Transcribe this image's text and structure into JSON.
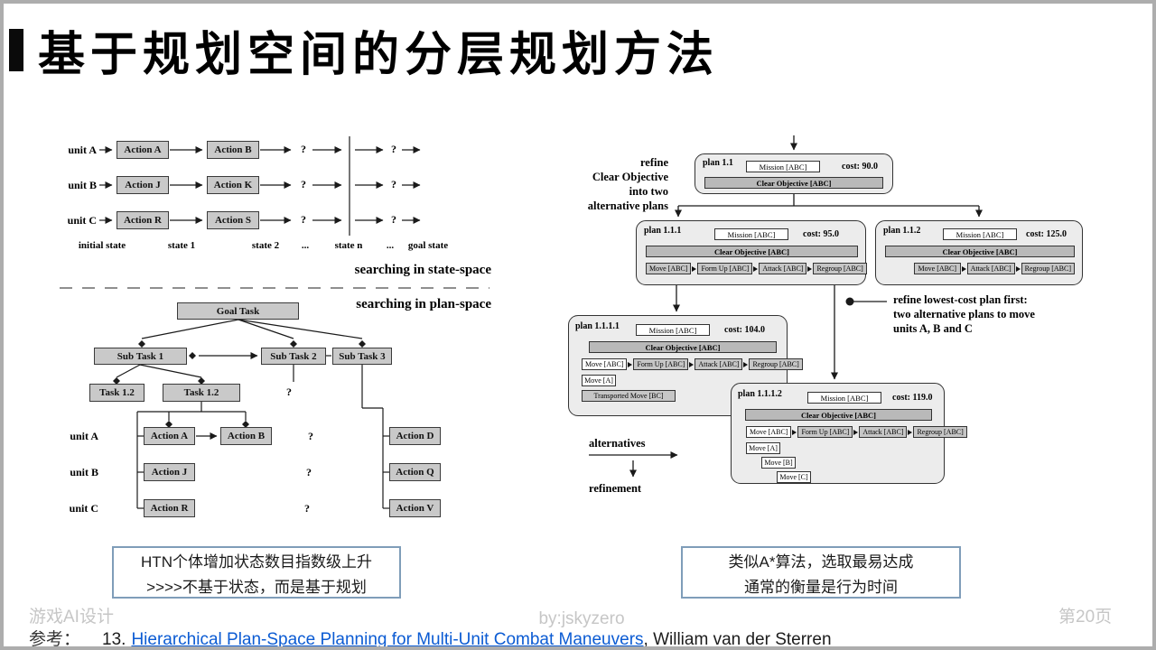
{
  "slide": {
    "title": "基于规划空间的分层规划方法",
    "footer_left": "游戏AI设计",
    "footer_center": "by:jskyzero",
    "page_number": "第20页"
  },
  "reference": {
    "label": "参考：",
    "number": "13.",
    "link_text": "Hierarchical Plan-Space Planning for Multi-Unit Combat Maneuvers",
    "authors": ", William van der Sterren"
  },
  "state_space": {
    "caption": "searching in state-space",
    "units": [
      "unit A",
      "unit B",
      "unit C"
    ],
    "rows": [
      [
        "Action A",
        "Action B"
      ],
      [
        "Action J",
        "Action K"
      ],
      [
        "Action R",
        "Action S"
      ]
    ],
    "q": "?",
    "states": [
      "initial state",
      "state 1",
      "state 2",
      "...",
      "state n",
      "...",
      "goal state"
    ]
  },
  "plan_space": {
    "caption": "searching in plan-space",
    "goal_task": "Goal Task",
    "sub_tasks": [
      "Sub Task 1",
      "Sub Task 2",
      "Sub Task 3"
    ],
    "tasks": [
      "Task 1.2",
      "Task 1.2"
    ],
    "units": [
      "unit A",
      "unit B",
      "unit C"
    ],
    "unitA_actions": [
      "Action A",
      "Action B"
    ],
    "unitB_action": "Action J",
    "unitC_action": "Action R",
    "right_actions": [
      "Action D",
      "Action Q",
      "Action V"
    ],
    "q": "?"
  },
  "refine_tree": {
    "mission": "Mission [ABC]",
    "objective": "Clear Objective [ABC]",
    "note_left": [
      "refine",
      "Clear Objective",
      "into two",
      "alternative plans"
    ],
    "note_right": [
      "refine lowest-cost plan first:",
      "two alternative plans to move",
      "units A, B and C"
    ],
    "alternatives": "alternatives",
    "refinement": "refinement",
    "plans": {
      "p11": {
        "id": "plan 1.1",
        "cost": "cost: 90.0"
      },
      "p111": {
        "id": "plan 1.1.1",
        "cost": "cost: 95.0",
        "steps": [
          "Move [ABC]",
          "Form Up [ABC]",
          "Attack [ABC]",
          "Regroup [ABC]"
        ]
      },
      "p112": {
        "id": "plan 1.1.2",
        "cost": "cost: 125.0",
        "steps": [
          "Move [ABC]",
          "Attack [ABC]",
          "Regroup [ABC]"
        ]
      },
      "p1111": {
        "id": "plan 1.1.1.1",
        "cost": "cost: 104.0",
        "steps": [
          "Move [ABC]",
          "Form Up [ABC]",
          "Attack [ABC]",
          "Regroup [ABC]"
        ],
        "extra": [
          "Move [A]",
          "Transported Move [BC]"
        ]
      },
      "p1112": {
        "id": "plan 1.1.1.2",
        "cost": "cost: 119.0",
        "steps": [
          "Move [ABC]",
          "Form Up [ABC]",
          "Attack [ABC]",
          "Regroup [ABC]"
        ],
        "extra": [
          "Move [A]",
          "Move [B]",
          "Move [C]"
        ]
      }
    }
  },
  "callouts": {
    "left": [
      "HTN个体增加状态数目指数级上升",
      ">>>>不基于状态，而是基于规划"
    ],
    "right": [
      "类似A*算法，选取最易达成",
      "通常的衡量是行为时间"
    ]
  }
}
